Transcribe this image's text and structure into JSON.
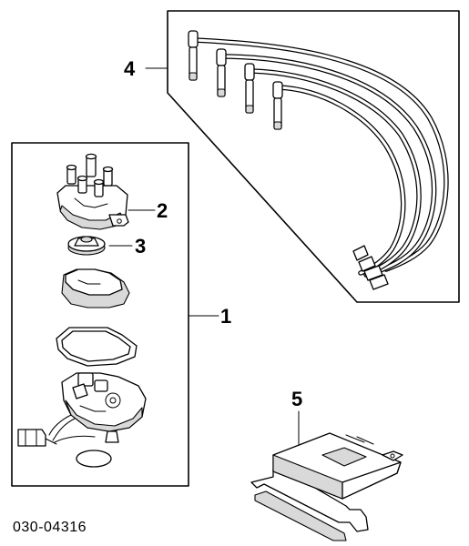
{
  "diagram": {
    "callouts": [
      {
        "id": "1",
        "label": "1"
      },
      {
        "id": "2",
        "label": "2"
      },
      {
        "id": "3",
        "label": "3"
      },
      {
        "id": "4",
        "label": "4"
      },
      {
        "id": "5",
        "label": "5"
      }
    ],
    "part_code": "030-04316"
  }
}
